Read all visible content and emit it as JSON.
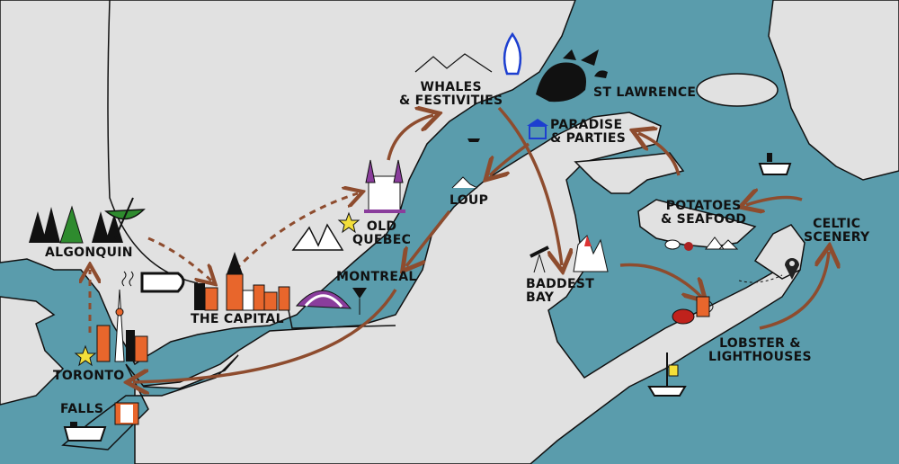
{
  "colors": {
    "water": "#5a9cac",
    "land": "#e1e1e1",
    "route": "#8e4c2e",
    "orange": "#e8662c",
    "purple": "#8a3d9c",
    "star": "#f3df3a",
    "tree": "#2e8b2e"
  },
  "places": {
    "algonquin": "ALGONQUIN",
    "capital": "THE CAPITAL",
    "toronto": "TORONTO",
    "falls": "FALLS",
    "montreal": "MONTREAL",
    "old_quebec": "OLD\nQUEBEC",
    "whales": "WHALES\n& FESTIVITIES",
    "st_lawrence": "ST LAWRENCE",
    "paradise": "PARADISE\n& PARTIES",
    "loup": "LOUP",
    "baddest_bay": "BADDEST\nBAY",
    "potatoes": "POTATOES\n& SEAFOOD",
    "celtic": "CELTIC\nSCENERY",
    "lobster": "LOBSTER &\nLIGHTHOUSES"
  },
  "route": [
    {
      "from": "toronto",
      "to": "algonquin",
      "style": "dashed"
    },
    {
      "from": "algonquin",
      "to": "capital",
      "style": "dashed"
    },
    {
      "from": "capital",
      "to": "old_quebec",
      "style": "dashed"
    },
    {
      "from": "old_quebec",
      "to": "whales",
      "style": "solid"
    },
    {
      "from": "whales",
      "to": "baddest_bay",
      "style": "solid"
    },
    {
      "from": "paradise",
      "to": "loup",
      "style": "solid"
    },
    {
      "from": "loup",
      "to": "montreal",
      "style": "solid"
    },
    {
      "from": "montreal",
      "to": "toronto",
      "style": "solid"
    },
    {
      "from": "baddest_bay",
      "to": "lobster",
      "style": "solid"
    },
    {
      "from": "lobster",
      "to": "celtic",
      "style": "solid"
    },
    {
      "from": "celtic",
      "to": "potatoes",
      "style": "solid"
    },
    {
      "from": "potatoes",
      "to": "paradise",
      "style": "solid"
    }
  ]
}
